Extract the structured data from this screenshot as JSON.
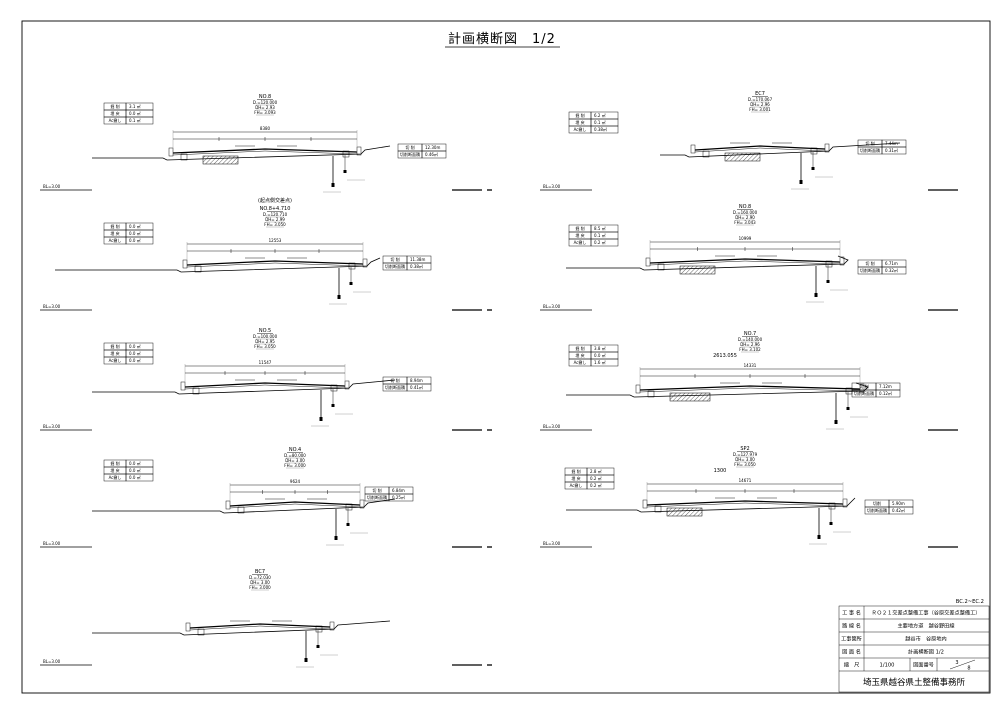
{
  "title": "計画横断図　1/2",
  "sheet_ref": "BC.2~EC.2",
  "sections": [
    {
      "name": "NO.8",
      "subname": "",
      "elev": [
        "D.=120.000",
        "DH= 2.93",
        "FH= 3.093"
      ],
      "width_label": "8380",
      "sta_label": "BL=3.00",
      "table": {
        "rows": [
          [
            "掘 削",
            "3.1 ㎡"
          ],
          [
            "埋 戻",
            "0.0 ㎡"
          ],
          [
            "Ac撤し",
            "0.1 ㎡"
          ]
        ]
      },
      "right_table": {
        "rows": [
          [
            "切 削",
            "12.30m"
          ],
          [
            "切削断面積",
            "0.46㎡"
          ]
        ]
      }
    },
    {
      "name": "NO.8+4.710",
      "subname": "(起点側交差点)",
      "elev": [
        "D.=120.710",
        "DH= 2.99",
        "FH= 3.050"
      ],
      "width_label": "12553",
      "sta_label": "BL=3.00",
      "table": {
        "rows": [
          [
            "掘 削",
            "0.0 ㎡"
          ],
          [
            "埋 戻",
            "0.0 ㎡"
          ],
          [
            "Ac撤し",
            "0.0 ㎡"
          ]
        ]
      },
      "right_table": {
        "rows": [
          [
            "切 削",
            "11.38m"
          ],
          [
            "切削断面積",
            "0.38㎡"
          ]
        ]
      }
    },
    {
      "name": "NO.5",
      "subname": "",
      "elev": [
        "D.=100.000",
        "DH= 2.95",
        "FH= 3.050"
      ],
      "width_label": "11547",
      "sta_label": "BL=3.00",
      "table": {
        "rows": [
          [
            "掘 削",
            "0.0 ㎡"
          ],
          [
            "埋 戻",
            "0.0 ㎡"
          ],
          [
            "Ac撤し",
            "0.0 ㎡"
          ]
        ]
      },
      "right_table": {
        "rows": [
          [
            "切 削",
            "8.94m"
          ],
          [
            "切削断面積",
            "0.41㎡"
          ]
        ]
      }
    },
    {
      "name": "NO.4",
      "subname": "",
      "elev": [
        "D.=80.000",
        "DH= 3.00",
        "FH= 3.000"
      ],
      "width_label": "9624",
      "sta_label": "BL=3.00",
      "table": {
        "rows": [
          [
            "掘 削",
            "0.0 ㎡"
          ],
          [
            "埋 戻",
            "0.0 ㎡"
          ],
          [
            "Ac撤し",
            "0.0 ㎡"
          ]
        ]
      },
      "right_table": {
        "rows": [
          [
            "切 削",
            "6.84m"
          ],
          [
            "切削断面積",
            "0.25㎡"
          ]
        ]
      }
    },
    {
      "name": "BC7",
      "subname": "",
      "elev": [
        "D.=72.030",
        "DH= 3.00",
        "FH= 3.000"
      ],
      "width_label": "",
      "sta_label": "BL=3.00",
      "table": null,
      "right_table": null
    },
    {
      "name": "EC7",
      "subname": "",
      "elev": [
        "D.=170.067",
        "DH= 2.96",
        "FH= 3.001"
      ],
      "width_label": "",
      "sta_label": "BL=3.00",
      "table": {
        "rows": [
          [
            "掘 削",
            "6.2 ㎡"
          ],
          [
            "埋 戻",
            "0.1 ㎡"
          ],
          [
            "Ac撤し",
            "0.38㎡"
          ]
        ]
      },
      "right_table": {
        "rows": [
          [
            "切 削",
            "7.44m"
          ],
          [
            "切削断面積",
            "0.31㎡"
          ]
        ]
      }
    },
    {
      "name": "NO.8",
      "subname": "",
      "elev": [
        "D.=160.000",
        "DH= 2.90",
        "FH= 3.043"
      ],
      "width_label": "10999",
      "sta_label": "BL=3.00",
      "table": {
        "rows": [
          [
            "掘 削",
            "8.5 ㎡"
          ],
          [
            "埋 戻",
            "0.1 ㎡"
          ],
          [
            "Ac撤し",
            "0.2 ㎡"
          ]
        ]
      },
      "right_table": {
        "rows": [
          [
            "切 削",
            "6.71m"
          ],
          [
            "切削断面積",
            "0.32㎡"
          ]
        ]
      }
    },
    {
      "name": "NO.7",
      "subname": "",
      "elev": [
        "D.=140.000",
        "DH= 2.96",
        "FH= 3.102"
      ],
      "width_label": "14331",
      "sta_label": "BL=3.00",
      "table": {
        "rows": [
          [
            "掘 削",
            "3.8 ㎡"
          ],
          [
            "埋 戻",
            "0.0 ㎡"
          ],
          [
            "Ac撤し",
            "1.6 ㎡"
          ]
        ]
      },
      "right_table": {
        "rows": [
          [
            "切 削",
            "7.12m"
          ],
          [
            "切削断面積",
            "0.12㎡"
          ]
        ]
      },
      "extra_label": "2613.055"
    },
    {
      "name": "SP2",
      "subname": "",
      "elev": [
        "D.=127.979",
        "DH= 3.00",
        "FH= 3.050"
      ],
      "width_label": "14671",
      "sta_label": "BL=3.00",
      "table": {
        "rows": [
          [
            "掘 削",
            "2.8 ㎡"
          ],
          [
            "埋 戻",
            "0.2 ㎡"
          ],
          [
            "Ac撤し",
            "0.2 ㎡"
          ]
        ]
      },
      "right_table": {
        "rows": [
          [
            "切削",
            "5.90m"
          ],
          [
            "切削断面積",
            "0.42㎡"
          ]
        ]
      },
      "extra_label": "1300"
    }
  ],
  "title_block": {
    "rows": [
      {
        "label": "工 事 名",
        "value": "ＲＯ２１交差点整備工事（谷原交差点整備工）"
      },
      {
        "label": "路 線 名",
        "value": "主要地方道　越谷野田線"
      },
      {
        "label": "工事箇所",
        "value": "越谷市　谷原地内"
      },
      {
        "label": "図 面 名",
        "value": "計画横断図 1/2"
      }
    ],
    "scale_label": "縮　尺",
    "scale_value": "1/100",
    "drawing_no_label": "図面番号",
    "drawing_no_value": "3",
    "drawing_no_total": "8",
    "office": "埼玉県越谷県土整備事務所"
  }
}
